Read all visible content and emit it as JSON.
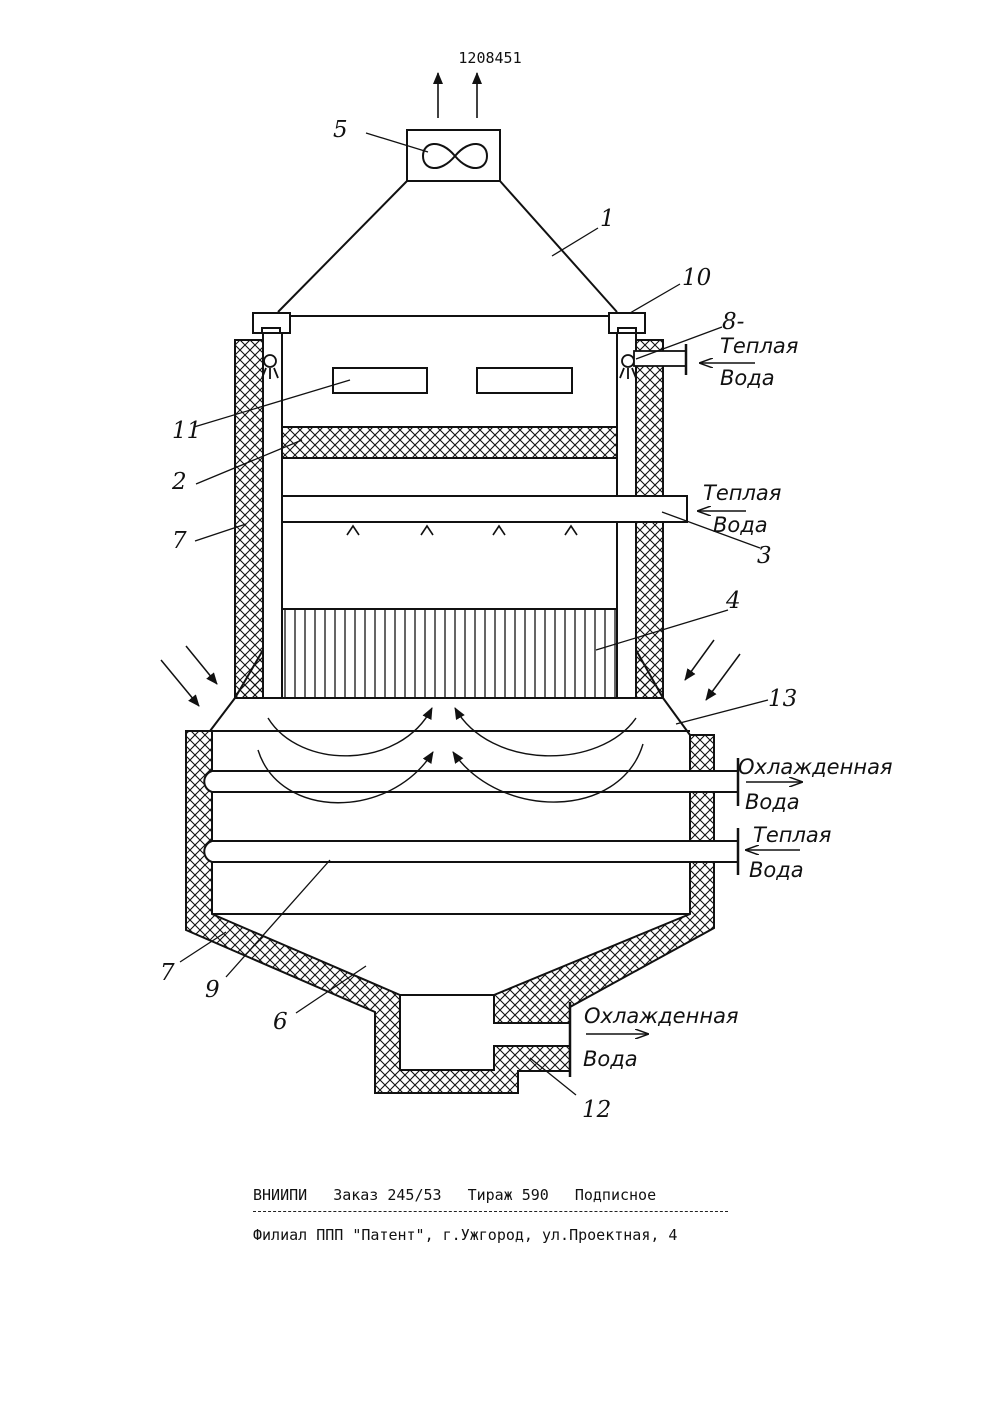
{
  "patent_number": "1208451",
  "labels": {
    "n1": "1",
    "n2": "2",
    "n3": "3",
    "n4": "4",
    "n5": "5",
    "n6": "6",
    "n7_upper": "7",
    "n7_lower": "7",
    "n8": "8-",
    "n9": "9",
    "n10": "10",
    "n11": "11",
    "n12": "12",
    "n13": "13"
  },
  "flows": {
    "warm_water_top": [
      "Теплая",
      "Вода"
    ],
    "warm_water_mid": [
      "Теплая",
      "Вода"
    ],
    "cooled_water_1": [
      "Охлажденная",
      "Вода"
    ],
    "warm_water_low": [
      "Теплая",
      "Вода"
    ],
    "cooled_water_bottom": [
      "Охлажденная",
      "Вода"
    ]
  },
  "footer": {
    "org": "ВНИИПИ",
    "order": "Заказ 245/53",
    "circulation": "Тираж 590",
    "subscription": "Подписное",
    "address": "Филиал ППП \"Патент\", г.Ужгород, ул.Проектная, 4"
  }
}
